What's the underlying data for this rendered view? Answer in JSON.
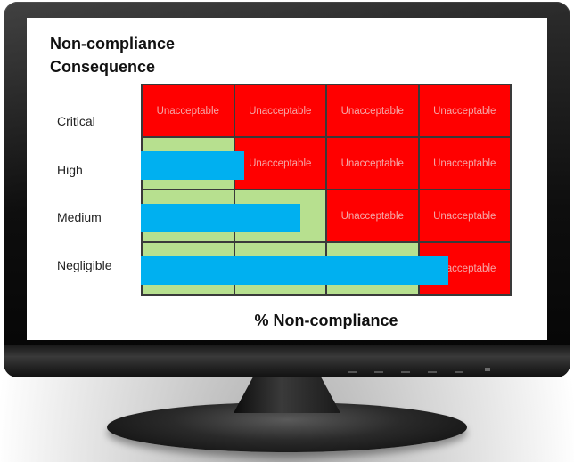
{
  "diagram": {
    "y_axis_title_lines": [
      "Non-compliance",
      "Consequence"
    ],
    "x_axis_title": "% Non-compliance",
    "rows": [
      {
        "label": "Critical",
        "cells": [
          "Unacceptable",
          "Unacceptable",
          "Unacceptable",
          "Unacceptable"
        ]
      },
      {
        "label": "High",
        "cells": [
          "",
          "Unacceptable",
          "Unacceptable",
          "Unacceptable"
        ]
      },
      {
        "label": "Medium",
        "cells": [
          "",
          "",
          "Unacceptable",
          "Unacceptable"
        ]
      },
      {
        "label": "Negligible",
        "cells": [
          "",
          "",
          "",
          "Unacceptable"
        ]
      }
    ],
    "bars": [
      {
        "row": "High",
        "fraction": 0.28
      },
      {
        "row": "Medium",
        "fraction": 0.43
      },
      {
        "row": "Negligible",
        "fraction": 0.83
      }
    ],
    "colors": {
      "unacceptable": "#ff0000",
      "acceptable": "#b7e08f",
      "bar": "#00b0f0",
      "grid_lines": "#3a3a3a"
    }
  }
}
